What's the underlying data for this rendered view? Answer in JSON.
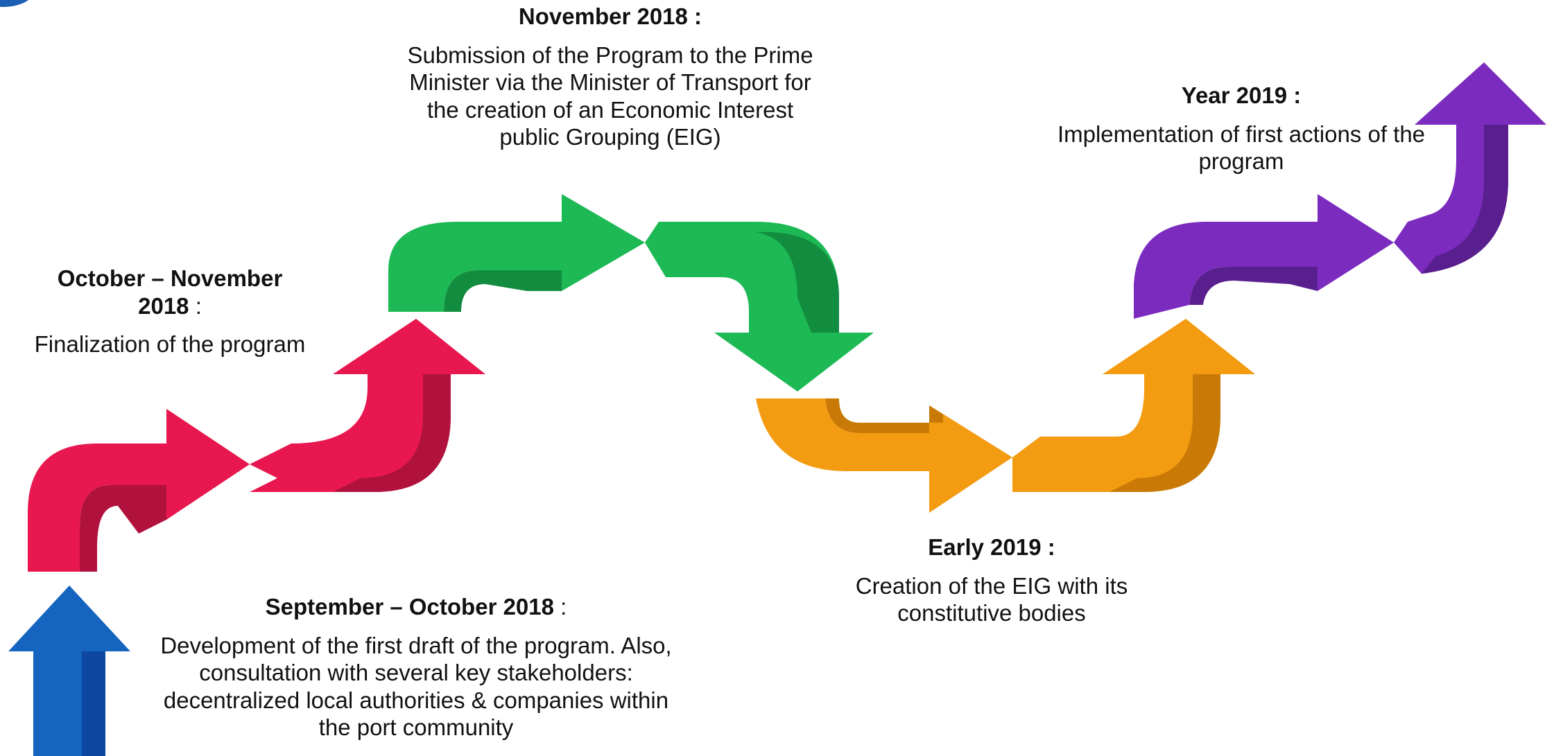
{
  "milestones": [
    {
      "id": "sep",
      "date": "September – October 2018",
      "suffix": " :",
      "text": "Development of the first draft of the program. Also, consultation with several key stakeholders: decentralized local authorities & companies within the port community",
      "color": "#1565c0"
    },
    {
      "id": "oct",
      "date": "October – November 2018",
      "suffix": " :",
      "text": "Finalization of the program",
      "color": "#e8174f"
    },
    {
      "id": "nov",
      "date": "November 2018 :",
      "suffix": "",
      "text": "Submission of the Program to the Prime Minister via the Minister of Transport for the creation of an Economic Interest public Grouping (EIG)",
      "color": "#1db954"
    },
    {
      "id": "early",
      "date": "Early 2019 :",
      "suffix": "",
      "text": "Creation of the EIG with its constitutive bodies",
      "color": "#f39c12"
    },
    {
      "id": "y2019",
      "date": "Year 2019 :",
      "suffix": "",
      "text": "Implementation of first actions of the program",
      "color": "#7b2cbf"
    }
  ]
}
